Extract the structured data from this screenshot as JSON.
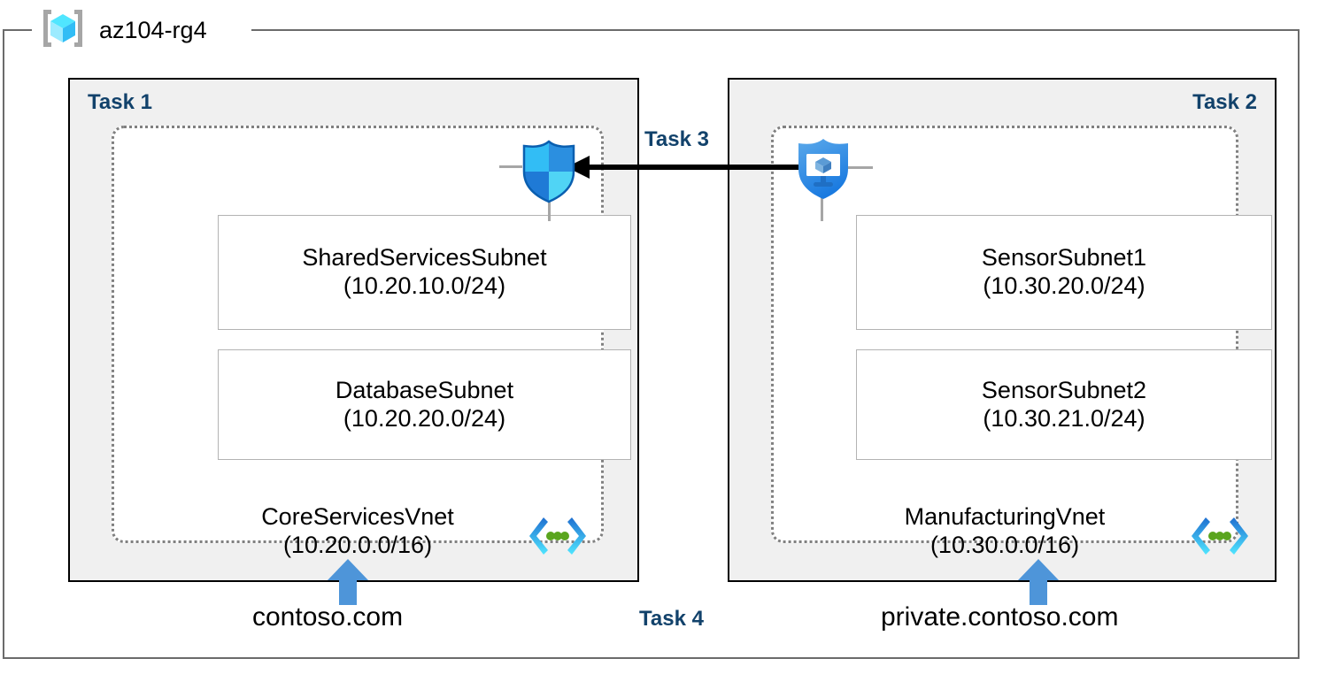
{
  "resource_group": {
    "name": "az104-rg4",
    "icon": "azure-resource-group-icon"
  },
  "panels": [
    {
      "task_label": "Task 1",
      "vnet": {
        "name": "CoreServicesVnet",
        "cidr": "(10.20.0.0/16)",
        "icon": "virtual-network-icon"
      },
      "subnets": [
        {
          "name": "SharedServicesSubnet",
          "cidr": "(10.20.10.0/24)"
        },
        {
          "name": "DatabaseSubnet",
          "cidr": "(10.20.20.0/24)"
        }
      ],
      "domain": "contoso.com"
    },
    {
      "task_label": "Task 2",
      "vnet": {
        "name": "ManufacturingVnet",
        "cidr": "(10.30.0.0/16)",
        "icon": "virtual-network-icon"
      },
      "subnets": [
        {
          "name": "SensorSubnet1",
          "cidr": "(10.30.20.0/24)"
        },
        {
          "name": "SensorSubnet2",
          "cidr": "(10.30.21.0/24)"
        }
      ],
      "domain": "private.contoso.com"
    }
  ],
  "connection": {
    "task_label": "Task 3",
    "direction": "right-to-left",
    "source_icon": "protected-vm-shield-icon",
    "target_icon": "firewall-shield-icon"
  },
  "dns": {
    "task_label": "Task 4"
  },
  "colors": {
    "task_label": "#12426b",
    "panel_fill": "#f0f0f0",
    "panel_border": "#000000",
    "vnet_border": "#808080",
    "subnet_border": "#b3b3b3",
    "arrow_blue": "#4e95d9",
    "shield_blue": "#0078d4",
    "shield_cyan": "#32bdf5",
    "vnet_icon_green": "#5aa51e",
    "rg_outline": "#6b6b6b"
  }
}
